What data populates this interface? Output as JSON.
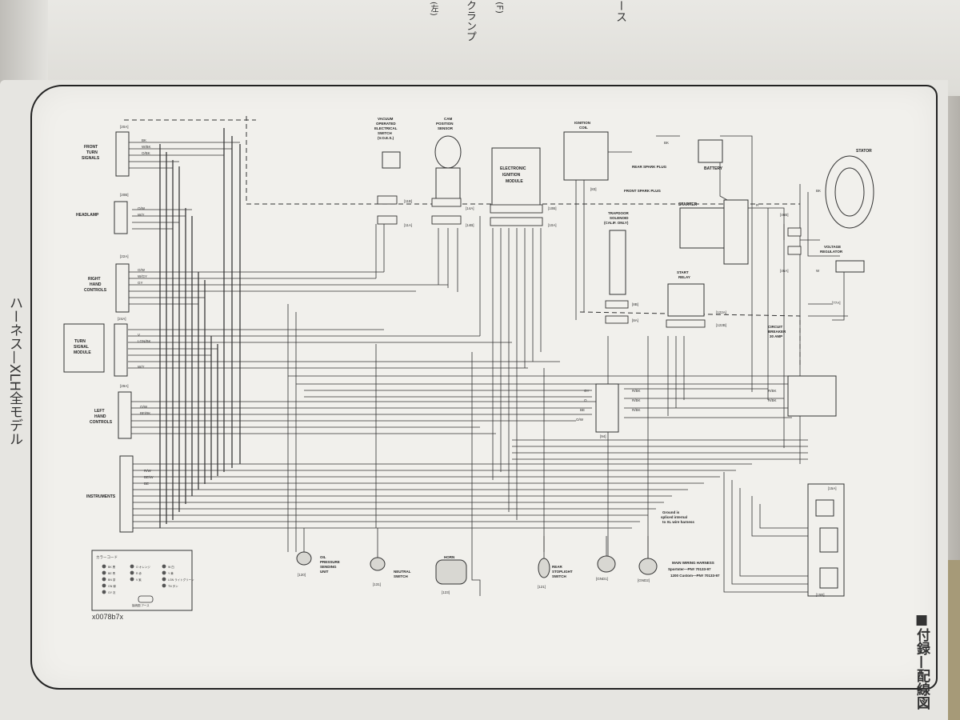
{
  "top_page": {
    "jp_fragments": [
      "クランプ",
      "ース",
      "(左)",
      "(F)"
    ]
  },
  "side_text": {
    "left_vertical": "ハーネス—XLH全モデル",
    "right_vertical": "■付録—配線図"
  },
  "diagram": {
    "code": "x0078b7x",
    "title_block": [
      "MAIN WIRING HARNESS",
      "Sportster—PN# 70133-97",
      "1200 Custom—PN# 70133-97"
    ],
    "ground_note": [
      "Ground is",
      "spliced internal",
      "to XL wire harness"
    ],
    "components": {
      "front_turn_signals": [
        "FRONT",
        "TURN",
        "SIGNALS"
      ],
      "headlamp": "HEADLAMP",
      "right_hand_controls": [
        "RIGHT",
        "HAND",
        "CONTROLS"
      ],
      "turn_signal_module": [
        "TURN",
        "SIGNAL",
        "MODULE"
      ],
      "left_hand_controls": [
        "LEFT",
        "HAND",
        "CONTROLS"
      ],
      "instruments": "INSTRUMENTS",
      "voes": [
        "VACUUM",
        "OPERATED",
        "ELECTRICAL",
        "SWITCH",
        "(V.O.E.S.)"
      ],
      "cam_sensor": [
        "CAM",
        "POSITION",
        "SENSOR"
      ],
      "ignition_module": [
        "ELECTRONIC",
        "IGNITION",
        "MODULE"
      ],
      "ignition_coil": [
        "IGNITION",
        "COIL"
      ],
      "battery": "BATTERY",
      "stator": "STATOR",
      "starter": "STARTER",
      "trapdoor": [
        "TRAPDOOR",
        "SOLENOID",
        "(CALIF. ONLY)"
      ],
      "start_relay": [
        "START",
        "RELAY"
      ],
      "voltage_regulator": [
        "VOLTAGE",
        "REGULATOR"
      ],
      "circuit_breaker": [
        "CIRCUIT",
        "BREAKER",
        "30 AMP"
      ],
      "oil_pressure": [
        "OIL",
        "PRESSURE",
        "SENDING",
        "UNIT"
      ],
      "neutral_switch": [
        "NEUTRAL",
        "SWITCH"
      ],
      "horn": "HORN",
      "rear_stoplight": [
        "REAR",
        "STOPLIGHT",
        "SWITCH"
      ],
      "rear_spark": "REAR SPARK PLUG",
      "front_spark": "FRONT SPARK PLUG"
    },
    "connectors": [
      "[11B]",
      "[11A]",
      "[14A]",
      "[14B]",
      "[10B]",
      "[10A]",
      "[83]",
      "[8B]",
      "[8A]",
      "[122A]",
      "[122B]",
      "[46B]",
      "[46A]",
      "[77A]",
      "[94]",
      "[120]",
      "[131]",
      "[123]",
      "[121]",
      "[GND1]",
      "[GND2]",
      "[15A]",
      "[15B]",
      "[20A]",
      "[20B]",
      "[22A]",
      "[24A]",
      "[29A]"
    ],
    "wire_codes": [
      "BK",
      "R/BK",
      "O/W",
      "W/BK",
      "GY",
      "BE",
      "V",
      "GN",
      "LGN",
      "W/GY",
      "BK/R",
      "BE/BK",
      "R/W",
      "BE/W",
      "O/BK",
      "W/Y",
      "LGN/BK",
      "O",
      "R",
      "W"
    ],
    "legend": {
      "title": "カラーコード",
      "items": [
        "BK 黒",
        "BE 青",
        "BN 茶",
        "GN 緑",
        "GY 灰",
        "O オレンジ",
        "R 赤",
        "V 紫",
        "W 白",
        "Y 黄",
        "LGN ライトグリーン",
        "TN タン"
      ],
      "note": "接続図 アース"
    }
  }
}
